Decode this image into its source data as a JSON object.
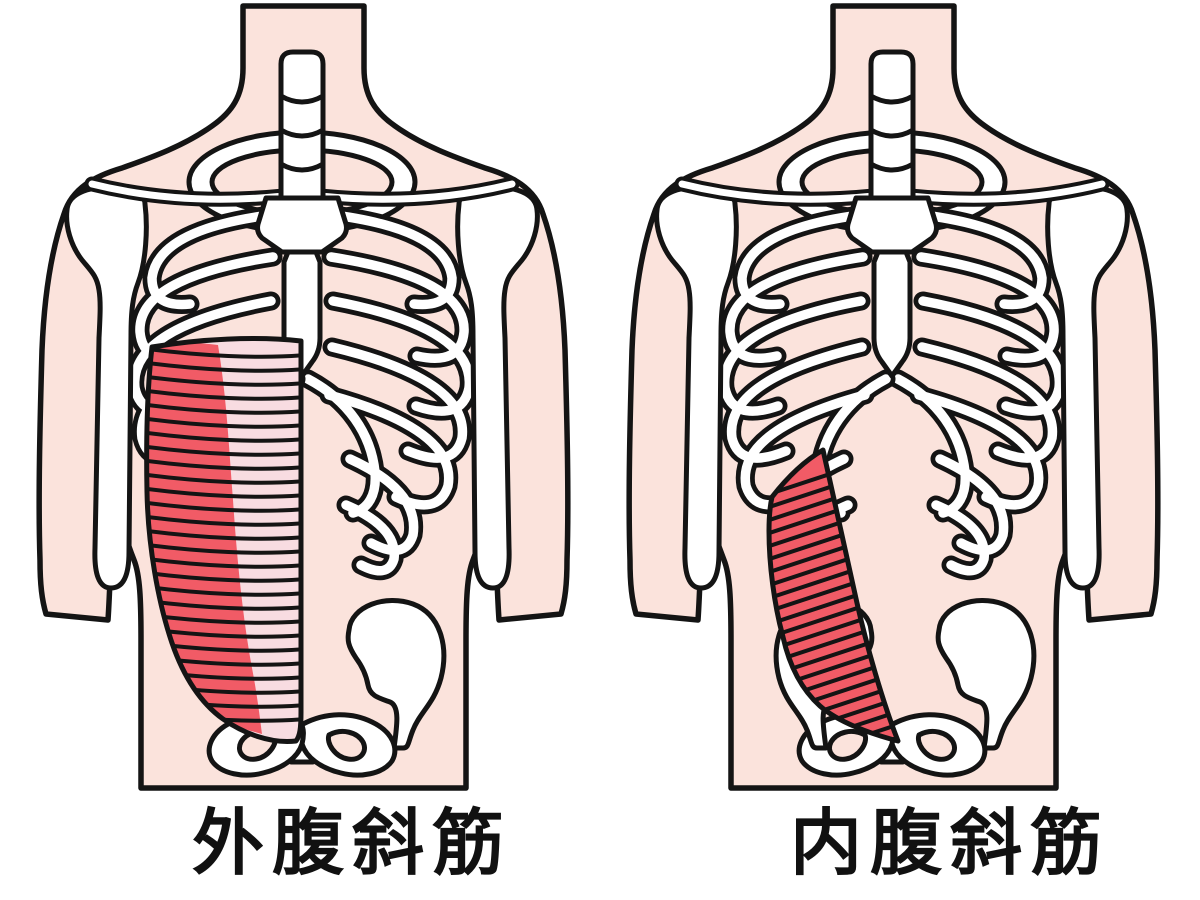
{
  "figures": [
    {
      "label": "外腹斜筋",
      "muscle_name": "external-abdominal-oblique",
      "muscle_style": "wide sheet, lateral red belly, medial pale aponeurosis, horizontal striations"
    },
    {
      "label": "内腹斜筋",
      "muscle_name": "internal-abdominal-oblique",
      "muscle_style": "narrow diagonal red band from lower ribs to pelvis, diagonal striations"
    }
  ],
  "colors": {
    "background": "#ffffff",
    "skin": "#fbe3dc",
    "bone": "#ffffff",
    "outline": "#141414",
    "muscle_red": "#f15b66",
    "aponeurosis_pink": "#f8dce1",
    "striation": "#141414",
    "label_text": "#111111"
  }
}
